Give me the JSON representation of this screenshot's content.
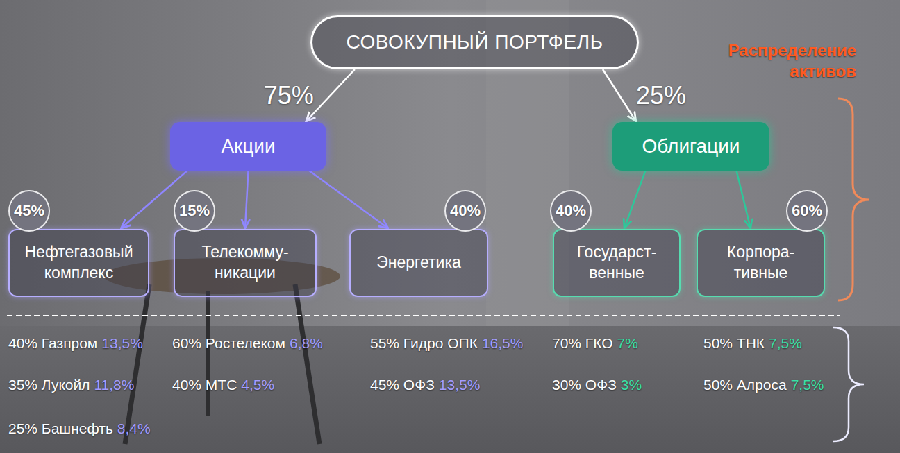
{
  "diagram": {
    "nodes": [
      {
        "text": [
          "СОВОКУПНЫЙ ПОРТФЕЛЬ"
        ]
      },
      {
        "text": [
          "Акции"
        ]
      },
      {
        "text": [
          "Облигации"
        ]
      },
      {
        "text": [
          "45%",
          "Нефтегазовый комплекс"
        ]
      },
      {
        "text": [
          "15%",
          "Телекомму- никации"
        ]
      },
      {
        "text": [
          "40%",
          "Энергетика"
        ]
      },
      {
        "text": [
          "40%",
          "Государст- венные"
        ]
      },
      {
        "text": [
          "60%",
          "Корпора- тивные"
        ]
      }
    ],
    "edges": [
      {
        "from": 0,
        "to": 1,
        "label": "75%",
        "arrow": "to"
      },
      {
        "from": 0,
        "to": 2,
        "label": "25%",
        "arrow": "to"
      },
      {
        "from": 1,
        "to": 3,
        "arrow": "to"
      },
      {
        "from": 1,
        "to": 4,
        "arrow": "to"
      },
      {
        "from": 1,
        "to": 5,
        "arrow": "to"
      },
      {
        "from": 2,
        "to": 6,
        "arrow": "to"
      },
      {
        "from": 2,
        "to": 7,
        "arrow": "to"
      }
    ],
    "labels": [
      "Распределение активов",
      "40% Газпром",
      "13,5%",
      "60% Ростелеком",
      "6,8%",
      "55% Гидро ОПК",
      "16,5%",
      "70% ГКО",
      "7%",
      "50% ТНК",
      "7,5%",
      "35% Лукойл",
      "11,8%",
      "40% МТС",
      "4,5%",
      "45% ОФЗ",
      "13,5%",
      "30% ОФЗ",
      "3%",
      "50% Алроса",
      "7,5%",
      "25% Башнефть",
      "8,4%"
    ]
  }
}
